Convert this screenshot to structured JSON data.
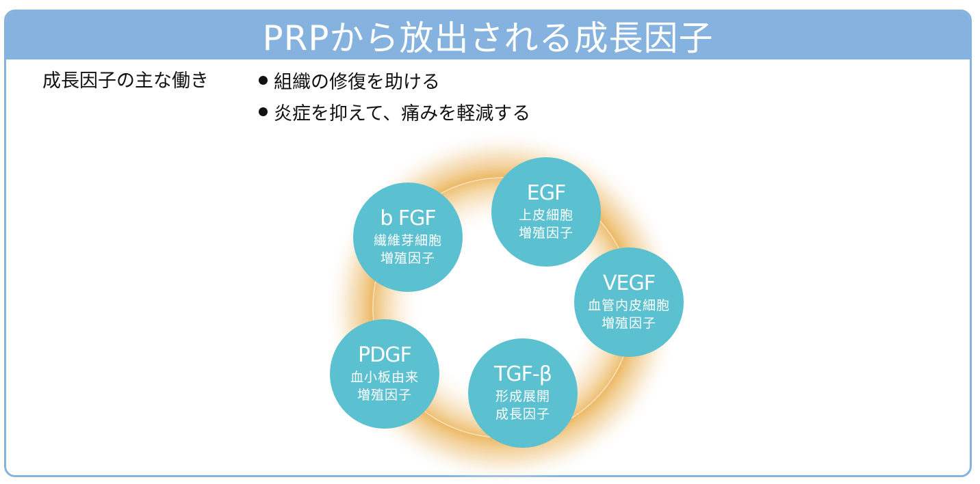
{
  "header": {
    "title": "PRPから放出される成長因子"
  },
  "intro": {
    "label": "成長因子の主な働き",
    "bullets": [
      "組織の修復を助ける",
      "炎症を抑えて、痛みを軽減する"
    ]
  },
  "colors": {
    "header_bg": "#85b2de",
    "circle_fill": "#5bc0cf",
    "glow": "#ecb862"
  },
  "factors": [
    {
      "abbr": "b FGF",
      "line1": "繊維芽細胞",
      "line2": "増殖因子"
    },
    {
      "abbr": "EGF",
      "line1": "上皮細胞",
      "line2": "増殖因子"
    },
    {
      "abbr": "VEGF",
      "line1": "血管内皮細胞",
      "line2": "増殖因子"
    },
    {
      "abbr": "TGF-β",
      "line1": "形成展開",
      "line2": "成長因子"
    },
    {
      "abbr": "PDGF",
      "line1": "血小板由来",
      "line2": "増殖因子"
    }
  ]
}
